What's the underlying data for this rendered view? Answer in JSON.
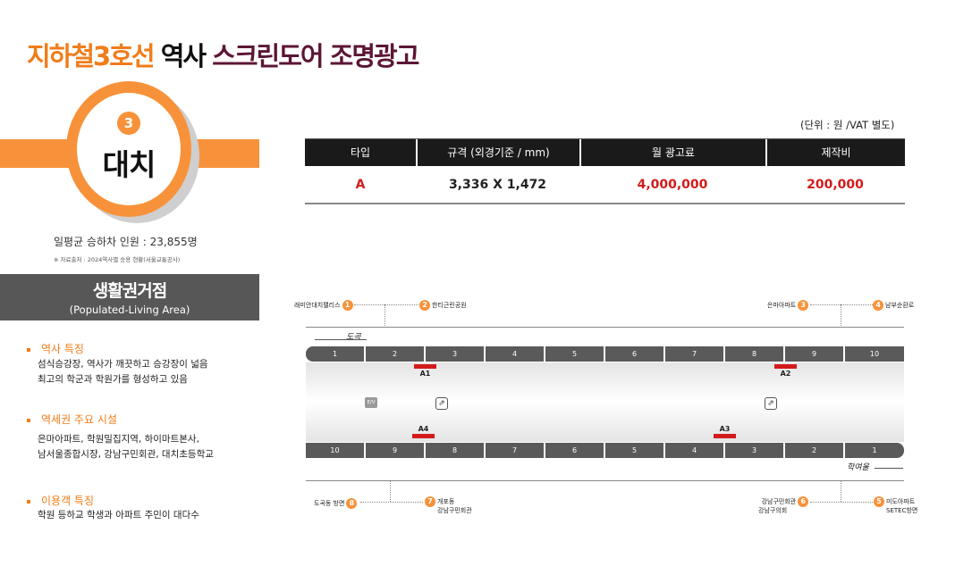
{
  "title": {
    "part1": "지하철3호선",
    "part2": "역사",
    "part3": "스크린도어 조명광고"
  },
  "station": {
    "line_number": "3",
    "name": "대치"
  },
  "riders": "일평균 승하차 인원 : 23,855명",
  "source": "※ 자료출처 : 2024역사별 승용 현황(서울교통공사)",
  "area": {
    "title": "생활권거점",
    "subtitle": "(Populated-Living Area)"
  },
  "sections": [
    {
      "heading": "역사 특징",
      "lines": [
        "섬식승강장, 역사가 깨끗하고 승강장이 넓음",
        "최고의 학군과 학원가를 형성하고 있음"
      ]
    },
    {
      "heading": "역세권 주요 시설",
      "lines": [
        "은마아파트, 학원밀집지역, 하이마트본사,",
        "남서울종합시장, 강남구민회관, 대치초등학교"
      ]
    },
    {
      "heading": "이용객 특징",
      "lines": [
        "학원 등하교 학생과 아파트 주민이 대다수"
      ]
    }
  ],
  "unit_note": "(단위 : 원 /VAT 별도)",
  "table": {
    "headers": [
      "타입",
      "규격 (외경기준 / mm)",
      "월 광고료",
      "제작비"
    ],
    "row": {
      "type": "A",
      "size": "3,336 X 1,472",
      "monthly_fee": "4,000,000",
      "production_fee": "200,000"
    }
  },
  "map": {
    "landmarks_top": [
      {
        "num": "1",
        "label": "래미안대치팰리스"
      },
      {
        "num": "2",
        "label": "한티근린공원"
      },
      {
        "num": "3",
        "label": "은마아파트"
      },
      {
        "num": "4",
        "label": "남부순환로"
      }
    ],
    "landmarks_bottom": [
      {
        "num": "8",
        "label": "도곡동 방면"
      },
      {
        "num": "7",
        "label": "개포동",
        "label2": "강남구민회관"
      },
      {
        "num": "6",
        "label": "강남구민회관",
        "label2": "강남구의회"
      },
      {
        "num": "5",
        "label": "미도아파트",
        "label2": "SETEC방면"
      }
    ],
    "direction_top": "도곡",
    "direction_bottom": "학여울",
    "top_cars": [
      "1",
      "2",
      "3",
      "4",
      "5",
      "6",
      "7",
      "8",
      "9",
      "10"
    ],
    "bottom_cars": [
      "10",
      "9",
      "8",
      "7",
      "6",
      "5",
      "4",
      "3",
      "2",
      "1"
    ],
    "positions": {
      "a1": "A1",
      "a2": "A2",
      "a3": "A3",
      "a4": "A4"
    },
    "ev_label": "E/V",
    "escalator_icon": "escalator-icon",
    "accent": "#f7923a",
    "marker_color": "#d31b1b"
  }
}
